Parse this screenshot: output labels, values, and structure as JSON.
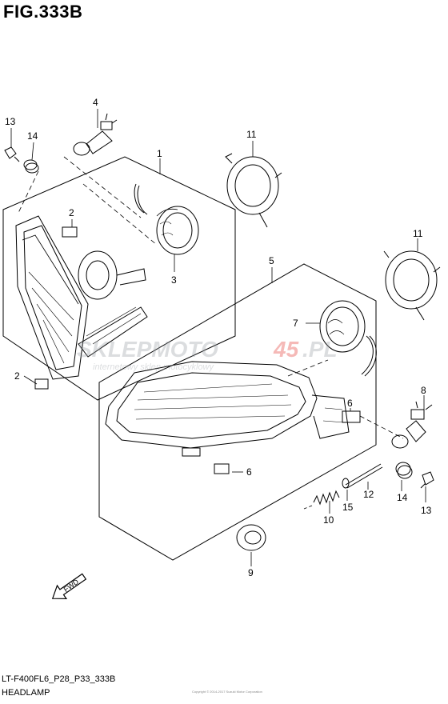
{
  "figure": {
    "title": "FIG.333B"
  },
  "callouts": [
    {
      "id": "c4",
      "text": "4"
    },
    {
      "id": "c13a",
      "text": "13"
    },
    {
      "id": "c14a",
      "text": "14"
    },
    {
      "id": "c1",
      "text": "1"
    },
    {
      "id": "c11a",
      "text": "11"
    },
    {
      "id": "c2a",
      "text": "2"
    },
    {
      "id": "c3",
      "text": "3"
    },
    {
      "id": "c5",
      "text": "5"
    },
    {
      "id": "c11b",
      "text": "11"
    },
    {
      "id": "c7",
      "text": "7"
    },
    {
      "id": "c2b",
      "text": "2"
    },
    {
      "id": "c8",
      "text": "8"
    },
    {
      "id": "c6a",
      "text": "6"
    },
    {
      "id": "c6b",
      "text": "6"
    },
    {
      "id": "c12",
      "text": "12"
    },
    {
      "id": "c14b",
      "text": "14"
    },
    {
      "id": "c15",
      "text": "15"
    },
    {
      "id": "c13b",
      "text": "13"
    },
    {
      "id": "c10",
      "text": "10"
    },
    {
      "id": "c9",
      "text": "9"
    }
  ],
  "watermark": {
    "brand_main": "SKLEPMOTO",
    "brand_num": "45",
    "brand_tld": ".PL",
    "tagline": "internetowy sklep motocyklowy"
  },
  "fwd_label": "FWD",
  "footer": {
    "code": "LT-F400FL6_P28_P33_333B",
    "name": "HEADLAMP"
  },
  "copyright": "Copyright © 2014-2017 Suzuki Motor Corporation"
}
